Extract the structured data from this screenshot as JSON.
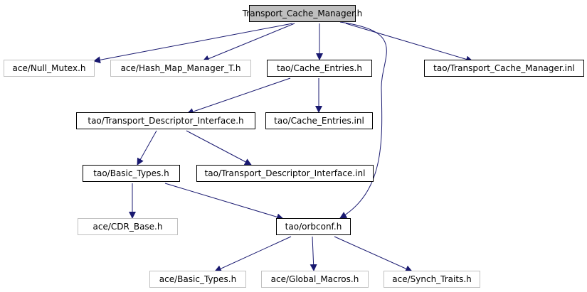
{
  "graph": {
    "nodes": [
      {
        "id": "root",
        "label": "Transport_Cache_Manager.h",
        "style": "root"
      },
      {
        "id": "null_mutex",
        "label": "ace/Null_Mutex.h",
        "style": "external"
      },
      {
        "id": "hash_map",
        "label": "ace/Hash_Map_Manager_T.h",
        "style": "external"
      },
      {
        "id": "cache_entries",
        "label": "tao/Cache_Entries.h",
        "style": "internal"
      },
      {
        "id": "tcm_inl",
        "label": "tao/Transport_Cache_Manager.inl",
        "style": "internal"
      },
      {
        "id": "tdi",
        "label": "tao/Transport_Descriptor_Interface.h",
        "style": "internal"
      },
      {
        "id": "cache_entries_inl",
        "label": "tao/Cache_Entries.inl",
        "style": "internal"
      },
      {
        "id": "basic_types_tao",
        "label": "tao/Basic_Types.h",
        "style": "internal"
      },
      {
        "id": "tdi_inl",
        "label": "tao/Transport_Descriptor_Interface.inl",
        "style": "internal"
      },
      {
        "id": "cdr_base",
        "label": "ace/CDR_Base.h",
        "style": "external"
      },
      {
        "id": "orbconf",
        "label": "tao/orbconf.h",
        "style": "internal"
      },
      {
        "id": "basic_types_ace",
        "label": "ace/Basic_Types.h",
        "style": "external"
      },
      {
        "id": "global_macros",
        "label": "ace/Global_Macros.h",
        "style": "external"
      },
      {
        "id": "synch_traits",
        "label": "ace/Synch_Traits.h",
        "style": "external"
      }
    ],
    "edges": [
      {
        "from": "root",
        "to": "null_mutex"
      },
      {
        "from": "root",
        "to": "hash_map"
      },
      {
        "from": "root",
        "to": "cache_entries"
      },
      {
        "from": "root",
        "to": "tcm_inl"
      },
      {
        "from": "root",
        "to": "orbconf"
      },
      {
        "from": "cache_entries",
        "to": "tdi"
      },
      {
        "from": "cache_entries",
        "to": "cache_entries_inl"
      },
      {
        "from": "tdi",
        "to": "basic_types_tao"
      },
      {
        "from": "tdi",
        "to": "tdi_inl"
      },
      {
        "from": "basic_types_tao",
        "to": "cdr_base"
      },
      {
        "from": "basic_types_tao",
        "to": "orbconf"
      },
      {
        "from": "orbconf",
        "to": "basic_types_ace"
      },
      {
        "from": "orbconf",
        "to": "global_macros"
      },
      {
        "from": "orbconf",
        "to": "synch_traits"
      }
    ],
    "colors": {
      "edge": "#191970",
      "root_fill": "#bfbfbf",
      "root_border": "#000000",
      "internal_border": "#000000",
      "external_border": "#c0c0c0",
      "node_fill": "#ffffff"
    }
  }
}
